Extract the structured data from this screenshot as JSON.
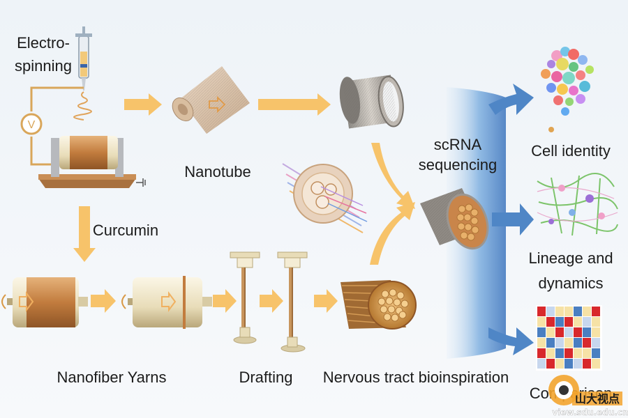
{
  "labels": {
    "electro": "Electro-",
    "spinning": "spinning",
    "nanotube": "Nanotube",
    "curcumin": "Curcumin",
    "nanofiber_yarns": "Nanofiber Yarns",
    "drafting": "Drafting",
    "nervous": "Nervous tract bioinspiration",
    "scrna": "scRNA",
    "sequencing": "sequencing",
    "cell_identity": "Cell identity",
    "lineage": "Lineage and",
    "dynamics": "dynamics",
    "comparison": "Comparison"
  },
  "watermark": {
    "cn": "山大视点",
    "url": "view.sdu.edu.cn"
  },
  "colors": {
    "arrow": "#f7c36a",
    "roller": "#c9894a",
    "fiber": "#d6a05c",
    "blue": "#4f86c6"
  },
  "heatmap": {
    "cells": [
      [
        "#d8282c",
        "#c7d7ee",
        "#f6e2a6",
        "#f6e2a6",
        "#4a7fc1",
        "#f6e2a6",
        "#d8282c"
      ],
      [
        "#f6e2a6",
        "#d8282c",
        "#4a7fc1",
        "#d8282c",
        "#f6e2a6",
        "#c7d7ee",
        "#f6e2a6"
      ],
      [
        "#4a7fc1",
        "#f6e2a6",
        "#d8282c",
        "#c7d7ee",
        "#d8282c",
        "#4a7fc1",
        "#f6e2a6"
      ],
      [
        "#f6e2a6",
        "#4a7fc1",
        "#c7d7ee",
        "#f6e2a6",
        "#4a7fc1",
        "#d8282c",
        "#c7d7ee"
      ],
      [
        "#d8282c",
        "#f6e2a6",
        "#4a7fc1",
        "#d8282c",
        "#f6e2a6",
        "#f6e2a6",
        "#4a7fc1"
      ],
      [
        "#c7d7ee",
        "#d8282c",
        "#f6e2a6",
        "#4a7fc1",
        "#c7d7ee",
        "#d8282c",
        "#f6e2a6"
      ]
    ]
  }
}
